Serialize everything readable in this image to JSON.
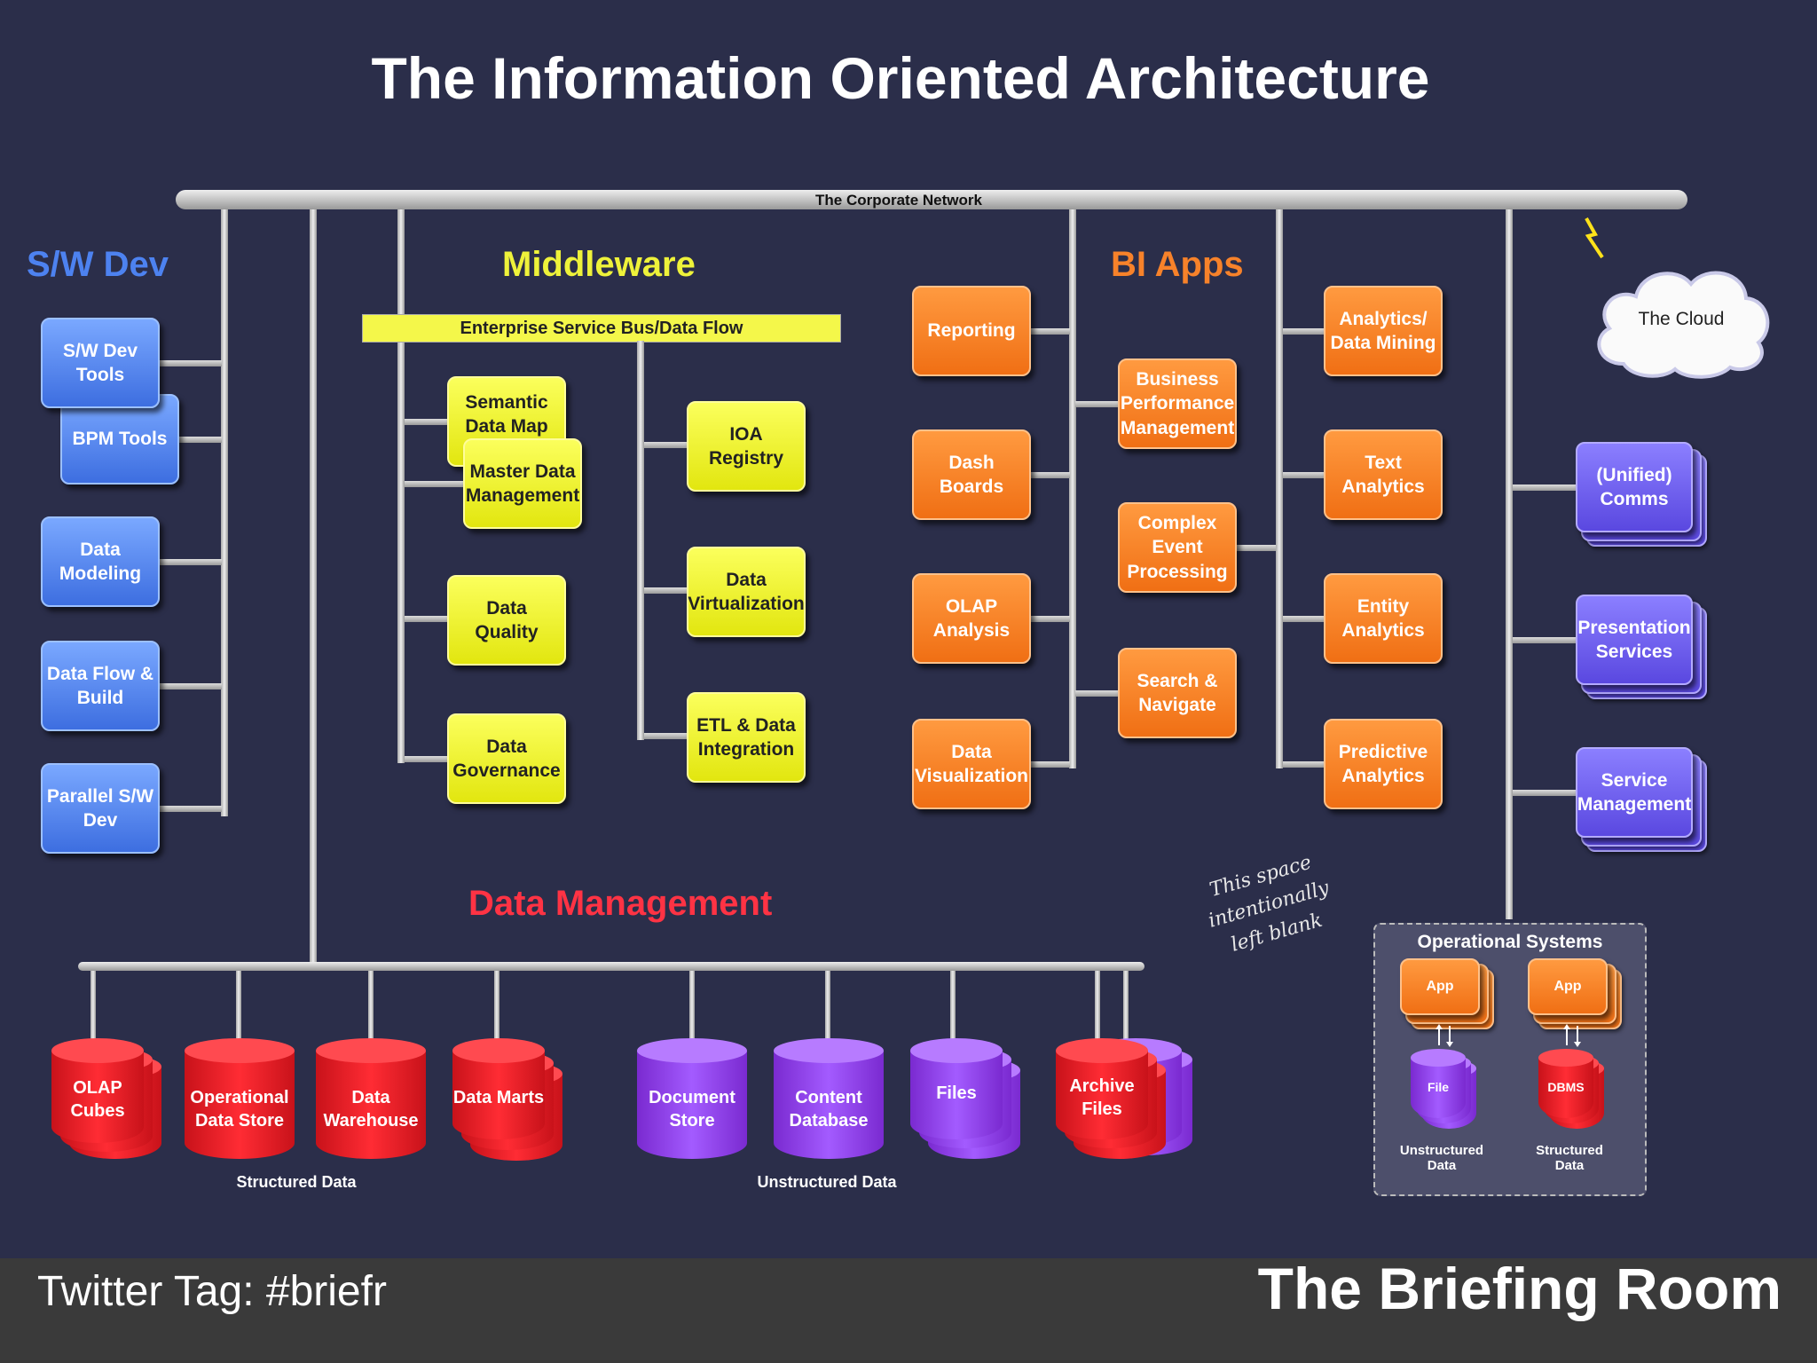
{
  "title": "The Information Oriented Architecture",
  "network_label": "The Corporate Network",
  "sections": {
    "sw_dev": "S/W Dev",
    "middleware": "Middleware",
    "bi_apps": "BI Apps",
    "data_management": "Data Management"
  },
  "sw_dev_boxes": [
    "S/W Dev Tools",
    "BPM Tools",
    "Data Modeling",
    "Data Flow & Build",
    "Parallel S/W Dev"
  ],
  "esb_label": "Enterprise Service Bus/Data Flow",
  "middleware_left": [
    "Semantic Data Map",
    "Master Data Management",
    "Data Quality",
    "Data Governance"
  ],
  "middleware_right": [
    "IOA Registry",
    "Data Virtualization",
    "ETL & Data Integration"
  ],
  "bi_col1": [
    "Reporting",
    "Dash Boards",
    "OLAP Analysis",
    "Data Visualization"
  ],
  "bi_col2": [
    "Business Performance Management",
    "Complex Event Processing",
    "Search & Navigate"
  ],
  "bi_col3": [
    "Analytics/ Data Mining",
    "Text Analytics",
    "Entity Analytics",
    "Predictive Analytics"
  ],
  "cloud_label": "The Cloud",
  "right_boxes": [
    "(Unified) Comms",
    "Presentation Services",
    "Service Management"
  ],
  "note": "This space intentionally left blank",
  "stores_structured": [
    "OLAP Cubes",
    "Operational Data Store",
    "Data Warehouse",
    "Data Marts"
  ],
  "stores_unstructured": [
    "Document Store",
    "Content Database",
    "Files",
    "Archive Files"
  ],
  "caption_structured": "Structured Data",
  "caption_unstructured": "Unstructured Data",
  "ops": {
    "title": "Operational Systems",
    "app": "App",
    "file": "File",
    "dbms": "DBMS",
    "unstructured": "Unstructured Data",
    "structured": "Structured Data"
  },
  "footer": {
    "twitter": "Twitter Tag: #briefr",
    "brand": "The Briefing Room"
  },
  "colors": {
    "background": "#2b2e4a",
    "sw_dev": "#4d82f0",
    "middleware": "#eef23a",
    "bi_apps": "#f7822a",
    "data_management": "#ff3344",
    "services": "#6b5cf5"
  }
}
